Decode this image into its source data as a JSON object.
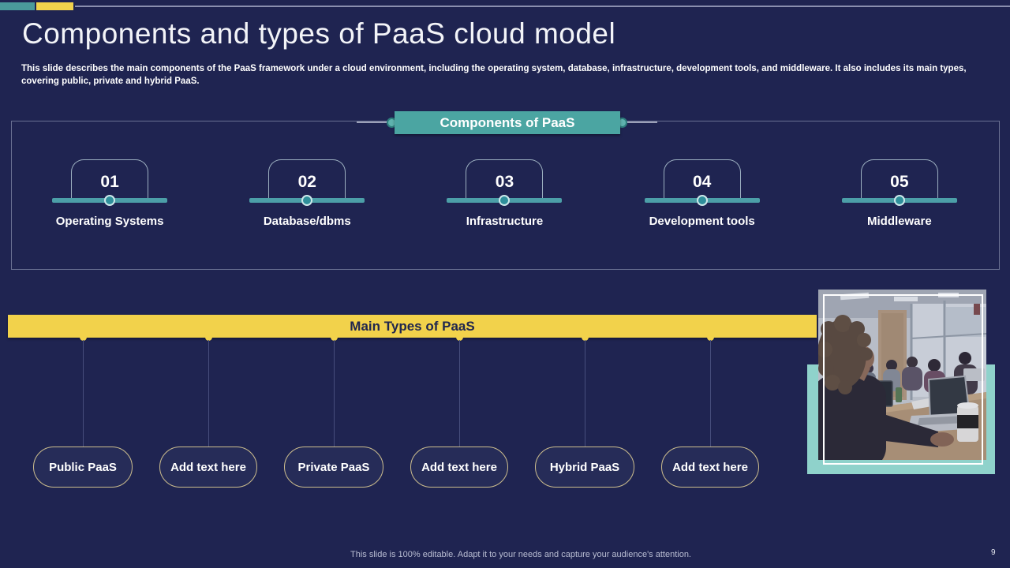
{
  "slide": {
    "title": "Components and types of PaaS cloud model",
    "description": "This slide describes the main components of the PaaS framework under a cloud environment, including the operating system, database, infrastructure, development tools, and middleware. It also includes its main types, covering public, private and hybrid PaaS.",
    "footer_note": "This slide is 100% editable. Adapt it to your needs and capture your audience's attention.",
    "page_number": "9"
  },
  "components_section": {
    "header": "Components of PaaS",
    "items": [
      {
        "number": "01",
        "label": "Operating Systems"
      },
      {
        "number": "02",
        "label": "Database/dbms"
      },
      {
        "number": "03",
        "label": "Infrastructure"
      },
      {
        "number": "04",
        "label": "Development tools"
      },
      {
        "number": "05",
        "label": "Middleware"
      }
    ]
  },
  "types_section": {
    "header": "Main Types of PaaS",
    "items": [
      {
        "label": "Public PaaS"
      },
      {
        "label": "Add text here"
      },
      {
        "label": "Private PaaS"
      },
      {
        "label": "Add text here"
      },
      {
        "label": "Hybrid PaaS"
      },
      {
        "label": "Add text here"
      }
    ]
  },
  "colors": {
    "background": "#1F2451",
    "teal_accent": "#4BA5A2",
    "teal_light": "#8FD2CB",
    "yellow_accent": "#F2D24B",
    "pill_border": "#CDBE8E"
  }
}
